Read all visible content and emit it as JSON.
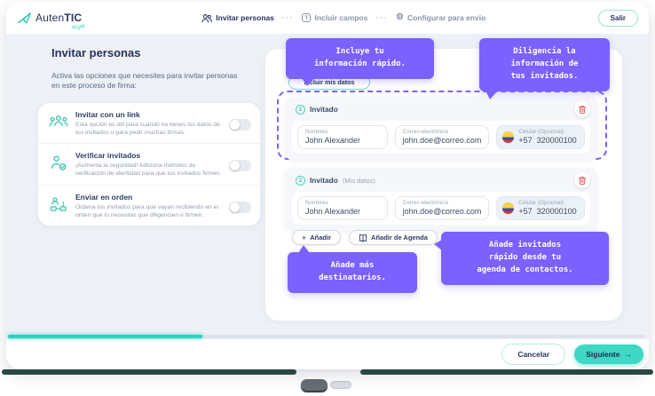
{
  "colors": {
    "accent_teal": "#2fc8b2",
    "purple": "#7b61ff",
    "navy": "#27335e",
    "danger": "#e25c5c"
  },
  "header": {
    "brand": {
      "prefix": "Auten",
      "suffix": "TIC",
      "script": "sign"
    },
    "nav": {
      "separator": "···",
      "items": [
        {
          "label": "Invitar personas",
          "icon": "people-icon",
          "active": true
        },
        {
          "label": "Incluir campos",
          "icon": "text-field-icon",
          "active": false
        },
        {
          "label": "Configurar para envio",
          "icon": "gear-icon",
          "active": false
        }
      ]
    },
    "exit_label": "Salir"
  },
  "sidebar": {
    "title": "Invitar personas",
    "subtitle": "Activa las opciones que necesites para invitar personas en este proceso de firma:",
    "options": [
      {
        "icon": "group-icon",
        "title": "Invitar con un link",
        "description": "Esta opción es útil para cuando no tienes los datos de tus invitados o para pedir muchas firmas.",
        "enabled": false
      },
      {
        "icon": "verify-person-icon",
        "title": "Verificar invitados",
        "description": "¡Aumenta la seguridad! Adiciona métodos de verificación de identidad para que tus invitados firmen.",
        "enabled": false
      },
      {
        "icon": "order-icon",
        "title": "Enviar en orden",
        "description": "Ordena tus invitados para que vayan recibiendo en el orden que tu necesitas que diligencien o firmen.",
        "enabled": false
      }
    ]
  },
  "main": {
    "include_my_data_label": "Incluir mis datos",
    "add_label": "Añadir",
    "add_agenda_label": "Añadir de Agenda",
    "invitees": [
      {
        "number": "1",
        "label": "Invitado",
        "suffix": "",
        "names_label": "Nombres",
        "names_value": "John Alexander",
        "email_label": "Correo electrónico",
        "email_value": "john.doe@correo.com",
        "phone_label": "Celular (Opcional)",
        "phone_code": "+57",
        "phone_value": "320000100"
      },
      {
        "number": "2",
        "label": "Invitado",
        "suffix": "(Mis datos)",
        "names_label": "Nombres",
        "names_value": "John Alexander",
        "email_label": "Correo electrónico",
        "email_value": "john.doe@correo.com",
        "phone_label": "Celular (Opcional)",
        "phone_code": "+57",
        "phone_value": "320000100"
      }
    ]
  },
  "tooltips": {
    "include_info": "Incluye tu\ninformación rápido.",
    "fill_info": "Diligencia la\ninformación de\ntus invitados.",
    "add_more": "Añade más\ndestinatarios.",
    "agenda": "Añade invitados\nrápido desde tu\nagenda de contactos."
  },
  "progress": {
    "percent": 30.5,
    "fill_style": "width:30.5%"
  },
  "footer": {
    "cancel_label": "Cancelar",
    "next_label": "Siguiente",
    "next_arrow": "→"
  }
}
